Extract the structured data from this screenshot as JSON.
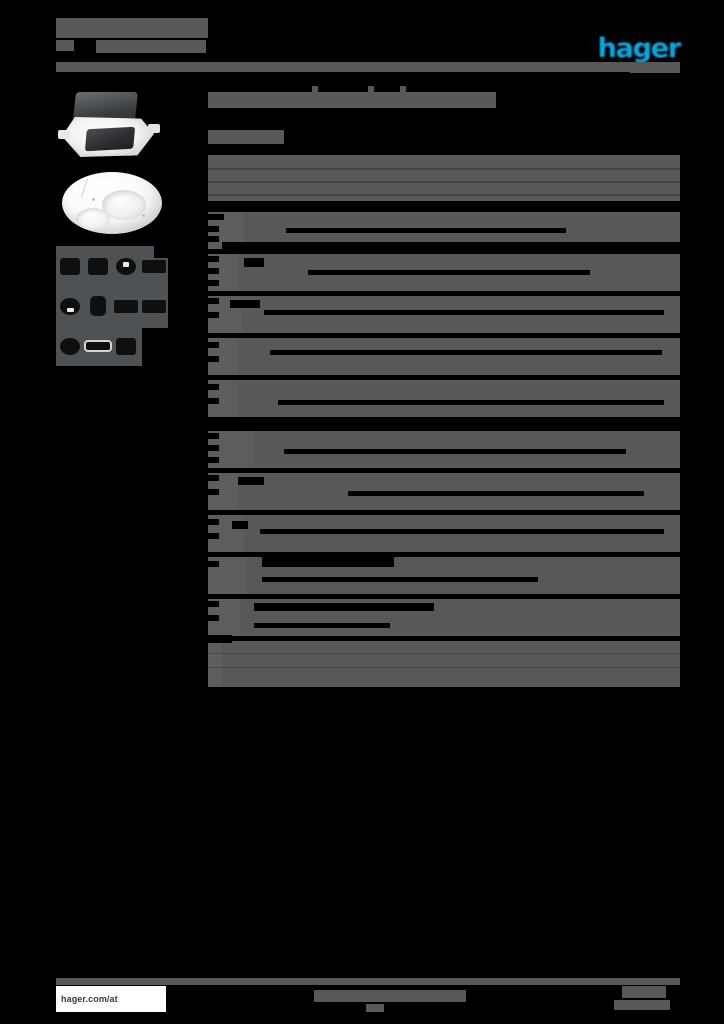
{
  "document": {
    "type": "product-datasheet",
    "brand": "hager",
    "brand_color": "#00a8e1",
    "redaction_color": "#58585a",
    "page_background": "#000000",
    "title_line1": "",
    "title_line2": "",
    "title_subtitle": ""
  },
  "header": {
    "logo_text": "hager",
    "logo_color": "#00a8e1"
  },
  "media": {
    "items": [
      {
        "name": "photo-ceiling-module",
        "caption": ""
      },
      {
        "name": "photo-dome-detector",
        "caption": ""
      },
      {
        "name": "pictogram-grid",
        "caption": ""
      }
    ],
    "pictograms": [
      [
        "glyph-1",
        "glyph-2",
        "glyph-3",
        "glyph-4"
      ],
      [
        "glyph-5",
        "glyph-6",
        "glyph-7",
        "glyph-8"
      ],
      [
        "glyph-9",
        "glyph-10",
        "glyph-11",
        ""
      ]
    ]
  },
  "content": {
    "product_heading": "",
    "product_subheading": "",
    "description": ""
  },
  "spec_table": {
    "rows": [
      {
        "label": "",
        "value": "",
        "height": "tall"
      },
      {
        "label": "",
        "value": "",
        "height": "tall"
      },
      {
        "label": "",
        "value": "",
        "height": "tall"
      },
      {
        "label": "",
        "value": "",
        "height": "tall"
      },
      {
        "label": "",
        "value": "",
        "height": "tall"
      },
      {
        "label": "",
        "value": "",
        "height": "tall"
      },
      {
        "label": "",
        "value": "",
        "height": "tall"
      },
      {
        "label": "",
        "value": "",
        "height": "tall"
      },
      {
        "label": "",
        "value": "",
        "height": "tall"
      },
      {
        "label": "",
        "value": "",
        "height": "tall"
      },
      {
        "label": "",
        "value": "",
        "height": "xtall"
      }
    ]
  },
  "footer": {
    "url": "hager.com/at",
    "center_note": "",
    "page_note": ""
  }
}
